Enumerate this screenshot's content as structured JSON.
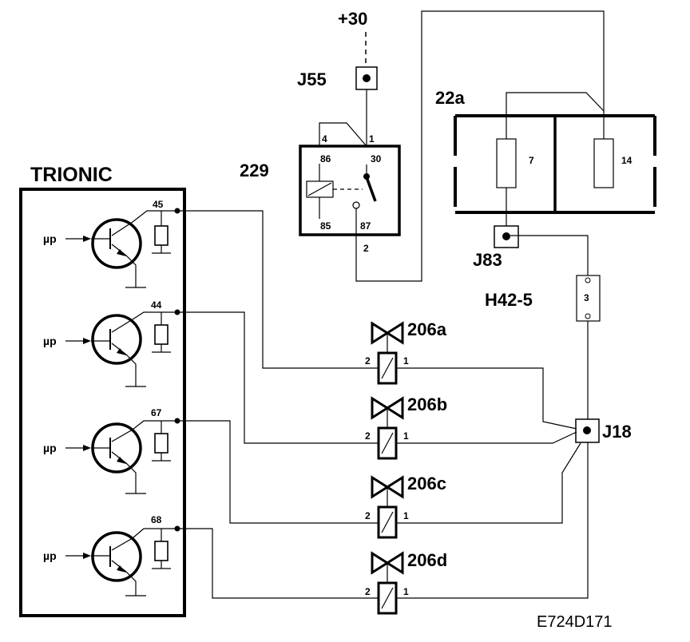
{
  "supply": {
    "label": "+30"
  },
  "connectors": {
    "j55": "J55",
    "j83": "J83",
    "j18": "J18"
  },
  "relay": {
    "id": "229",
    "pins": {
      "p4": "4",
      "p1": "1",
      "p86": "86",
      "p30": "30",
      "p85": "85",
      "p87": "87",
      "p2": "2"
    }
  },
  "fuse_box": {
    "id": "22a",
    "fuses": [
      "7",
      "14"
    ]
  },
  "fuse_h42": {
    "id": "H42-5",
    "pin": "3"
  },
  "ecu": {
    "title": "TRIONIC",
    "input_label": "µp",
    "outputs": [
      "45",
      "44",
      "67",
      "68"
    ]
  },
  "valves": [
    {
      "id": "206a",
      "pin_left": "2",
      "pin_right": "1"
    },
    {
      "id": "206b",
      "pin_left": "2",
      "pin_right": "1"
    },
    {
      "id": "206c",
      "pin_left": "2",
      "pin_right": "1"
    },
    {
      "id": "206d",
      "pin_left": "2",
      "pin_right": "1"
    }
  ],
  "footer": {
    "code": "E724D171"
  }
}
